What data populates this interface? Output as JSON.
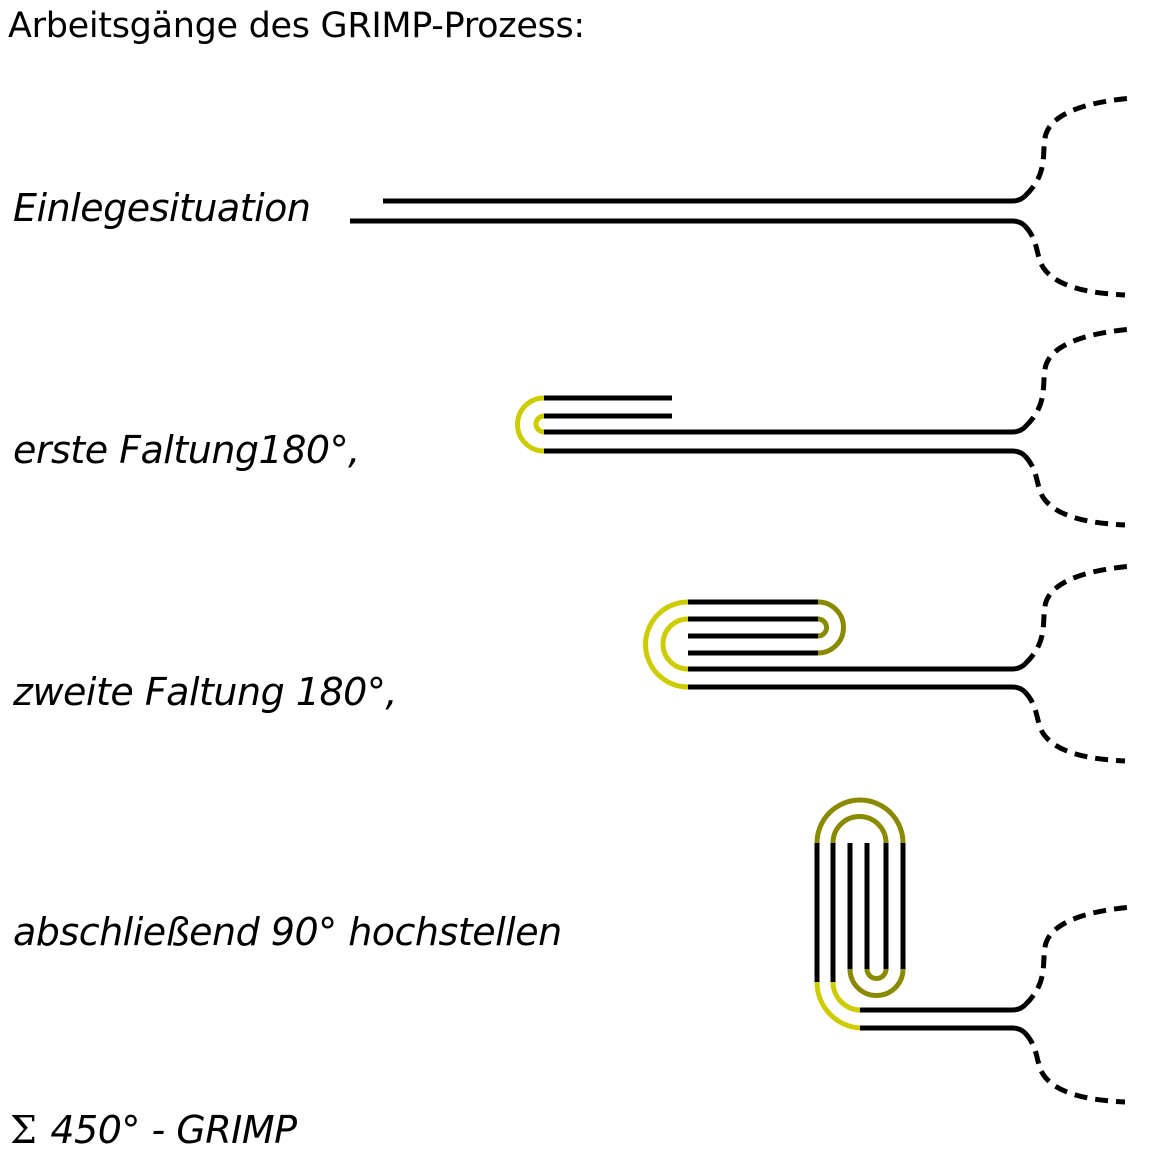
{
  "title": "Arbeitsgänge des GRIMP-Prozess:",
  "steps": [
    {
      "label": "Einlegesituation"
    },
    {
      "label": "erste Faltung180°,"
    },
    {
      "label": "zweite Faltung 180°,"
    },
    {
      "label": "abschließend 90° hochstellen"
    }
  ],
  "summary": {
    "symbol": "Σ",
    "text": "450° - GRIMP"
  },
  "colors": {
    "line": "#000000",
    "fold_first": "#cccc00",
    "fold_second": "#8a8a00"
  }
}
